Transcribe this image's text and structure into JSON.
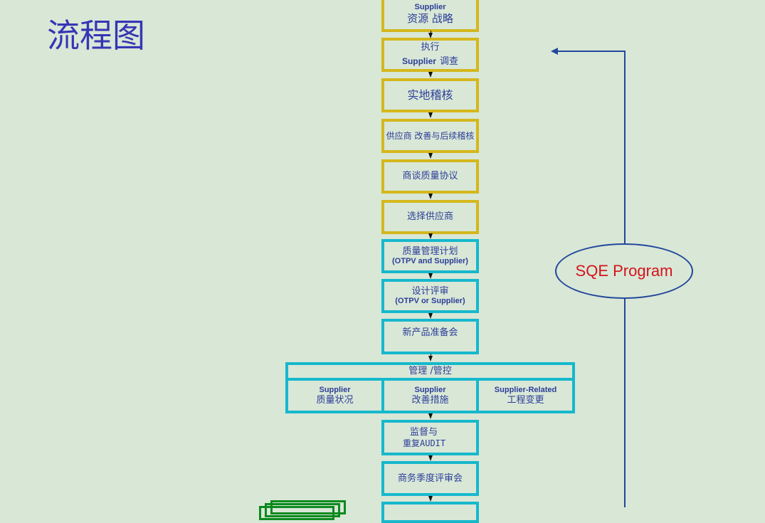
{
  "title": "流程图",
  "program_label": "SQE Program",
  "steps": [
    {
      "en": "Supplier",
      "zh": "资源 战略"
    },
    {
      "zh1": "执行",
      "en": "Supplier",
      "zh2": "调查"
    },
    {
      "zh": "实地稽核"
    },
    {
      "zh": "供应商 改善与后续稽核"
    },
    {
      "zh": "商谈质量协议"
    },
    {
      "zh": "选择供应商"
    },
    {
      "zh": "质量管理计划",
      "en": "(OTPV and Supplier)"
    },
    {
      "zh": "设计评审",
      "en": "(OTPV or Supplier)"
    },
    {
      "zh": "新产品准备会"
    },
    {
      "header": "管理 /管控",
      "cols": [
        {
          "en": "Supplier",
          "zh": "质量状况"
        },
        {
          "en": "Supplier",
          "zh": "改善措施"
        },
        {
          "en": "Supplier-Related",
          "zh": "工程变更"
        }
      ]
    },
    {
      "zh1": "监督与",
      "zh2": "重复AUDIT"
    },
    {
      "zh": "商务季度评审会"
    }
  ],
  "colors": {
    "gold": "#d4b71c",
    "cyan": "#16b8cc",
    "loop": "#24489c",
    "program_text": "#d4141a",
    "title": "#3636b4"
  }
}
